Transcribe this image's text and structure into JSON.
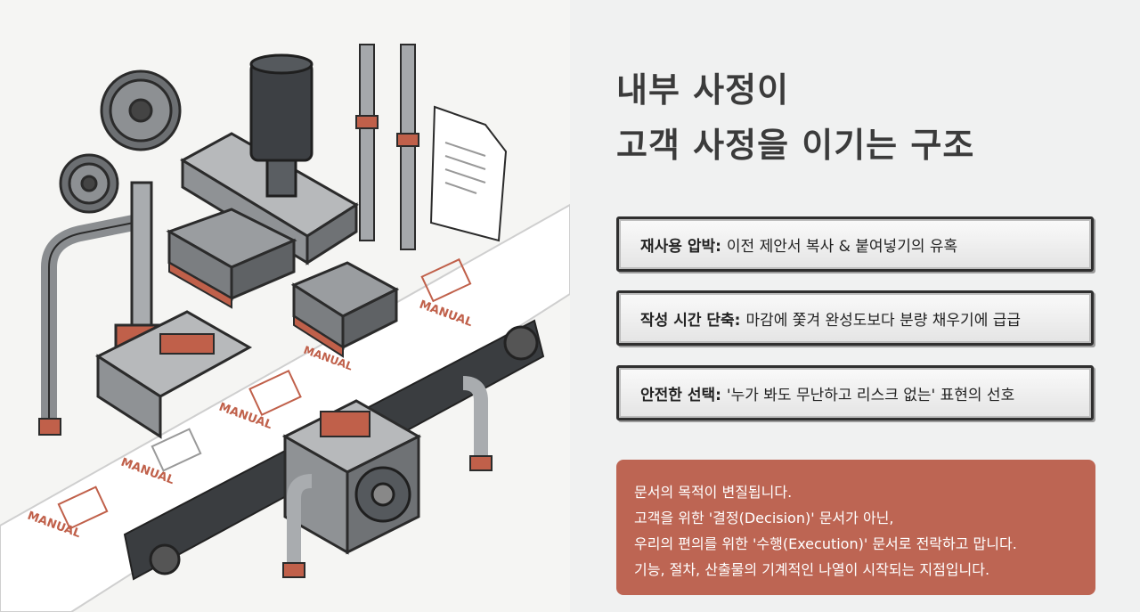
{
  "title": {
    "line1": "내부 사정이",
    "line2": "고객 사정을 이기는 구조"
  },
  "cards": [
    {
      "label": "재사용 압박:",
      "text": "이전 제안서 복사 & 붙여넣기의 유혹"
    },
    {
      "label": "작성 시간 단축:",
      "text": "마감에 쫓겨 완성도보다 분량 채우기에 급급"
    },
    {
      "label": "안전한 선택:",
      "text": "'누가 봐도 무난하고 리스크 없는' 표현의 선호"
    }
  ],
  "note": {
    "lines": [
      "문서의 목적이 변질됩니다.",
      "고객을 위한 '결정(Decision)' 문서가 아닌,",
      "우리의 편의를 위한 '수행(Execution)' 문서로 전락하고 맙니다.",
      "기능, 절차, 산출물의 기계적인 나열이 시작되는 지점입니다."
    ]
  },
  "illustration": {
    "doc_label": "MANUAL"
  },
  "colors": {
    "accent": "#bd6553",
    "title": "#3b3b3b",
    "rust": "#c0604a"
  }
}
